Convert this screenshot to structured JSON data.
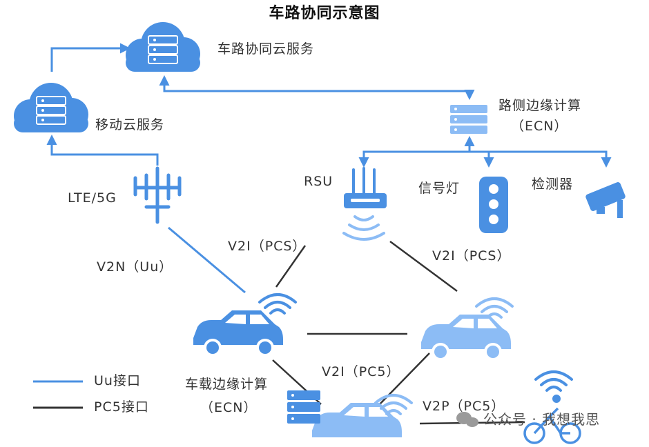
{
  "title": "车路协同示意图",
  "colors": {
    "blue": "#4a90e2",
    "light_blue": "#8cbcf5",
    "dark_line": "#333333",
    "text": "#333333"
  },
  "nodes": {
    "cloud_v2x": "车路协同云服务",
    "cloud_mobile": "移动云服务",
    "edge_server_line1": "路侧边缘计算",
    "edge_server_line2": "（ECN）",
    "lte_5g": "LTE/5G",
    "rsu": "RSU",
    "traffic_light": "信号灯",
    "detector": "检测器",
    "vehicle_edge_line1": "车载边缘计算",
    "vehicle_edge_line2": "（ECN）"
  },
  "links": {
    "v2n": "V2N（Uu）",
    "v2i_left": "V2I（PCS）",
    "v2i_right": "V2I（PCS）",
    "v2i_bottom": "V2I（PC5）",
    "v2p": "V2P（PC5）"
  },
  "legend": {
    "uu": "Uu接口",
    "pc5": "PC5接口"
  },
  "watermark": "公众号 · 我想我思"
}
